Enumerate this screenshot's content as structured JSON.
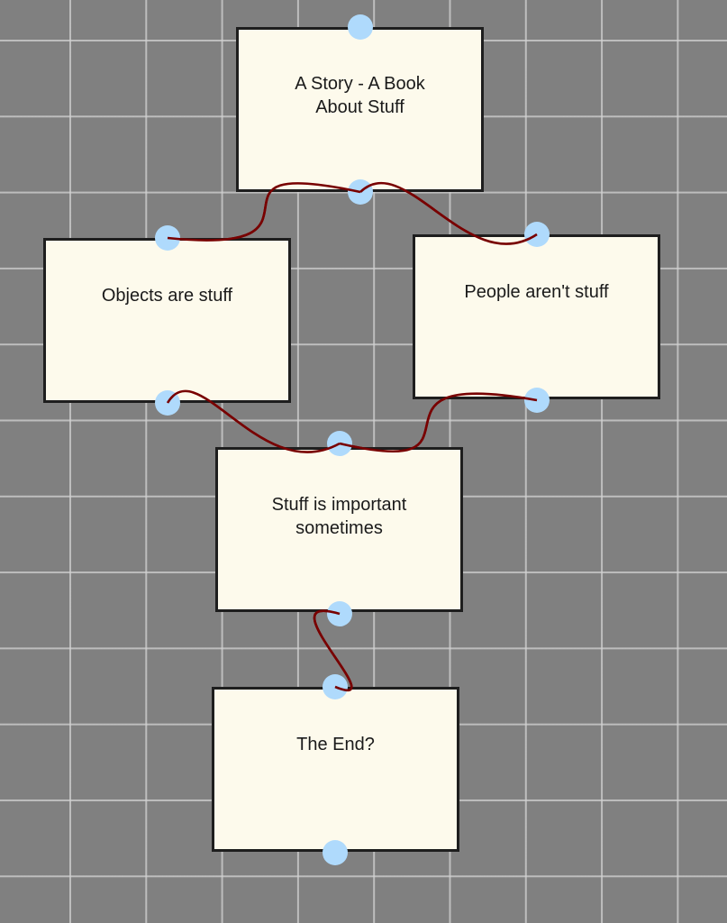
{
  "canvas": {
    "background": "#808080",
    "grid_color": "#d2d2d2"
  },
  "colors": {
    "node_fill": "#fdfaec",
    "node_border": "#1e1e1e",
    "port": "#afdafc",
    "edge": "#780000"
  },
  "nodes": [
    {
      "id": "story",
      "label": "A Story - A Book\nAbout Stuff"
    },
    {
      "id": "objects",
      "label": "Objects are stuff"
    },
    {
      "id": "people",
      "label": "People aren't stuff"
    },
    {
      "id": "important",
      "label": "Stuff is important\nsometimes"
    },
    {
      "id": "end",
      "label": "The End?"
    }
  ],
  "edges": [
    {
      "from": "story",
      "to": "objects"
    },
    {
      "from": "story",
      "to": "people"
    },
    {
      "from": "objects",
      "to": "important"
    },
    {
      "from": "people",
      "to": "important"
    },
    {
      "from": "important",
      "to": "end"
    }
  ]
}
